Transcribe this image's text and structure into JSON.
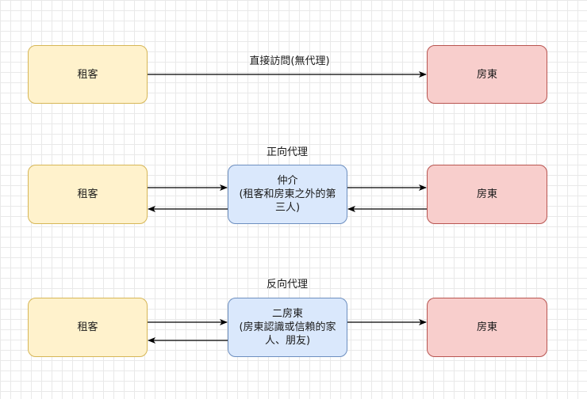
{
  "row1": {
    "tenant": "租客",
    "landlord": "房東",
    "edge_label": "直接訪問(無代理)"
  },
  "row2": {
    "title": "正向代理",
    "tenant": "租客",
    "middle_lines": [
      "仲介",
      "(租客和房東之外的第",
      "三人)"
    ],
    "landlord": "房東"
  },
  "row3": {
    "title": "反向代理",
    "tenant": "租客",
    "middle_lines": [
      "二房東",
      "(房東認識或信賴的家",
      "人、朋友)"
    ],
    "landlord": "房東"
  },
  "colors": {
    "tenant_fill": "#fff2cc",
    "tenant_stroke": "#d6b656",
    "middle_fill": "#dae8fc",
    "middle_stroke": "#6c8ebf",
    "landlord_fill": "#f8cecc",
    "landlord_stroke": "#b85450"
  }
}
